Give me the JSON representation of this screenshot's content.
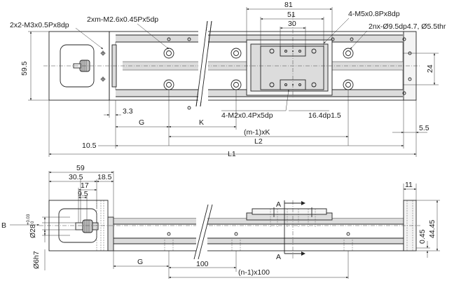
{
  "top_view": {
    "callouts": {
      "end_holes": "2x2-M3x0.5Px8dp",
      "xm_holes": "2xm-M2.6x0.45Px5dp",
      "carriage_holes": "4-M5x0.8Px8dp",
      "counterbore": "2nx-Ø9.5dp4.7, Ø5.5thr",
      "rail_holes": "4-M2x0.4Px5dp",
      "depth": "16.4dp1.5"
    },
    "dims": {
      "d81": "81",
      "d51": "51",
      "d30": "30",
      "height": "59.5",
      "d24": "24",
      "d3_3": "3.3",
      "G": "G",
      "K": "K",
      "m1K": "(m-1)xK",
      "L2": "L2",
      "d10_5": "10.5",
      "L1": "L1",
      "d5_5": "5.5"
    }
  },
  "side_view": {
    "dims": {
      "d59": "59",
      "d30_5": "30.5",
      "d18_5": "18.5",
      "d17": "17",
      "d9_5": "9.5",
      "shaft": "Ø28",
      "tol_upper": "+0.03",
      "tol_lower": "0",
      "d6h7": "Ø6h7",
      "G": "G",
      "d100": "100",
      "n1x100": "(n-1)x100",
      "d11": "11",
      "d0_45": "0.45",
      "d44_45": "44.45"
    },
    "section_labels": {
      "section_a_top": "A",
      "section_a_bottom": "A",
      "view_b": "B"
    }
  }
}
